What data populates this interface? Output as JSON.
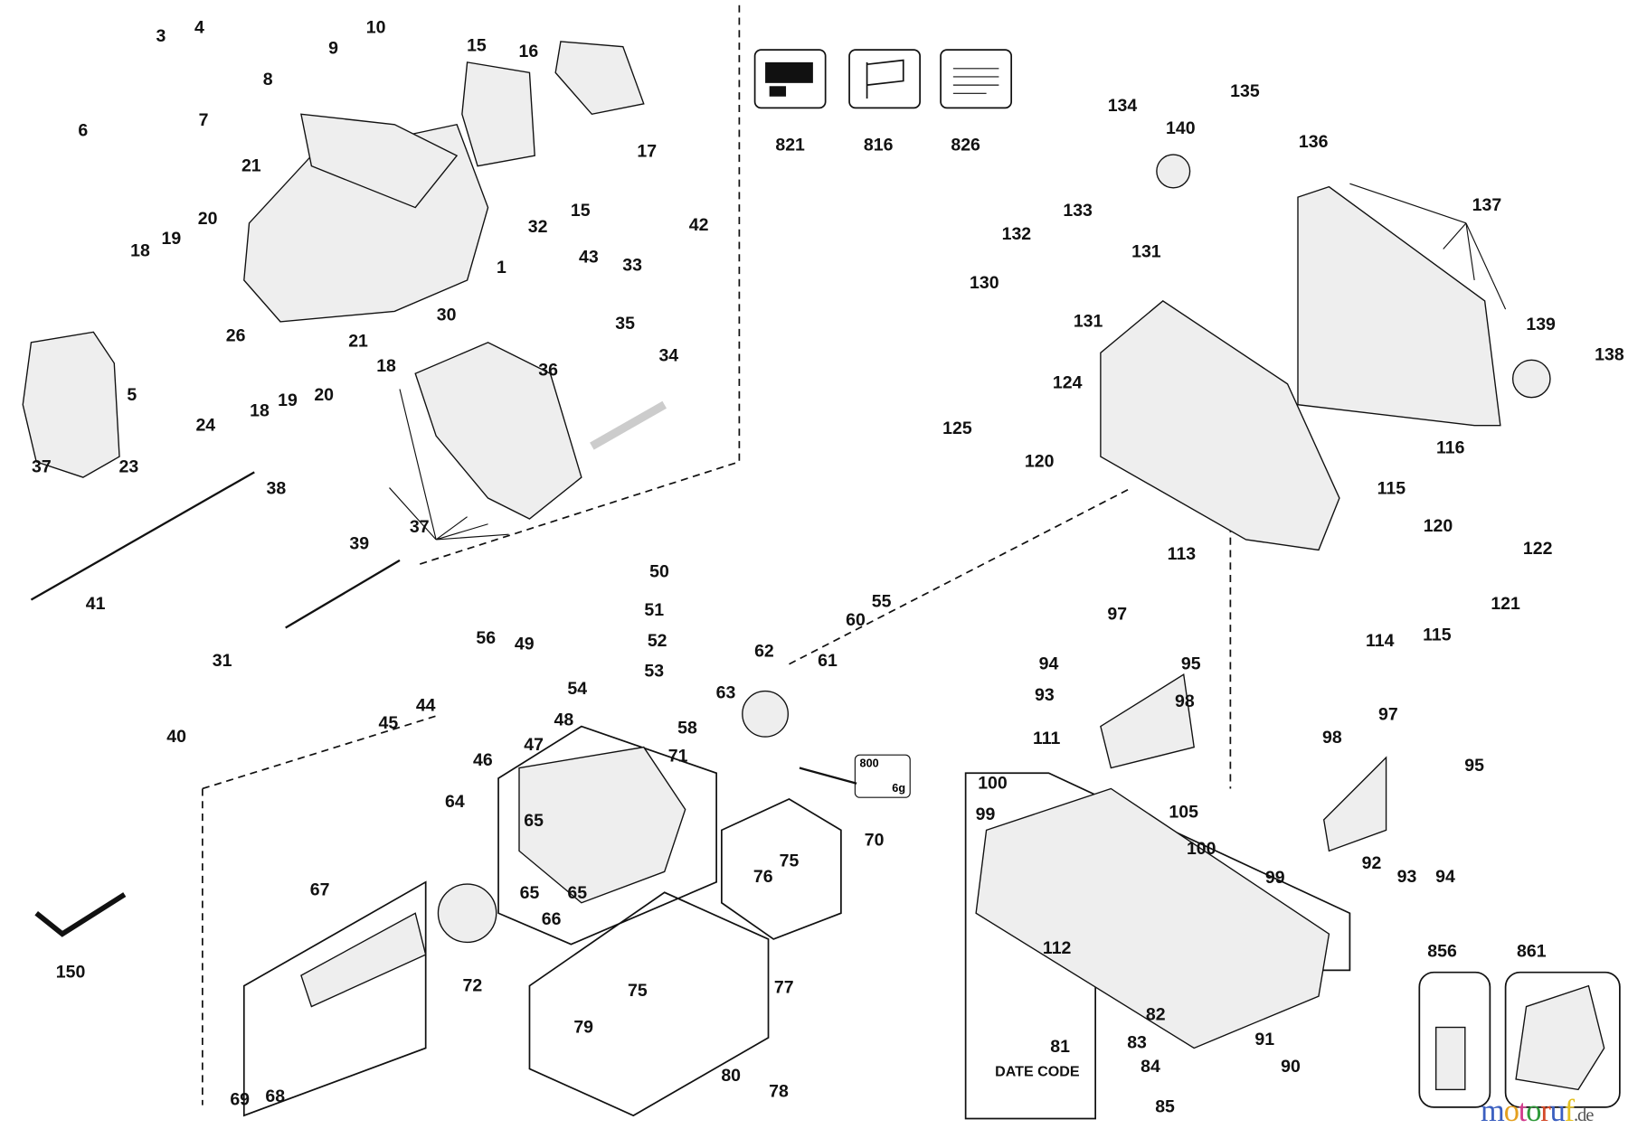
{
  "diagram": {
    "part_labels": [
      "3",
      "4",
      "10",
      "9",
      "15",
      "16",
      "8",
      "6",
      "7",
      "17",
      "821",
      "816",
      "826",
      "135",
      "134",
      "140",
      "136",
      "137",
      "21",
      "15",
      "42",
      "20",
      "19",
      "18",
      "32",
      "33",
      "43",
      "1",
      "132",
      "133",
      "131",
      "130",
      "131",
      "26",
      "21",
      "30",
      "18",
      "35",
      "5",
      "24",
      "18",
      "19",
      "20",
      "36",
      "34",
      "139",
      "138",
      "125",
      "124",
      "120",
      "116",
      "37",
      "23",
      "38",
      "37",
      "113",
      "115",
      "120",
      "122",
      "121",
      "114",
      "115",
      "39",
      "41",
      "50",
      "51",
      "52",
      "53",
      "54",
      "31",
      "56",
      "49",
      "55",
      "60",
      "61",
      "62",
      "97",
      "95",
      "94",
      "93",
      "98",
      "111",
      "40",
      "45",
      "44",
      "48",
      "47",
      "46",
      "63",
      "58",
      "71",
      "97",
      "98",
      "95",
      "100",
      "99",
      "105",
      "100",
      "99",
      "92",
      "93",
      "94",
      "64",
      "65",
      "65",
      "65",
      "66",
      "70",
      "76",
      "75",
      "67",
      "150",
      "72",
      "112",
      "75",
      "77",
      "79",
      "82",
      "83",
      "91",
      "84",
      "90",
      "81",
      "85",
      "856",
      "861",
      "80",
      "78",
      "68",
      "69"
    ],
    "date_code_label": "DATE CODE",
    "grease_badge": {
      "top": "800",
      "bottom": "6g"
    },
    "watermark": {
      "text": "motoruf",
      "suffix": ".de",
      "colors": [
        "#3b5fc0",
        "#e4a020",
        "#d23a8c",
        "#2f9a3a",
        "#d44a2a",
        "#3b5fc0",
        "#e4c020"
      ]
    }
  }
}
